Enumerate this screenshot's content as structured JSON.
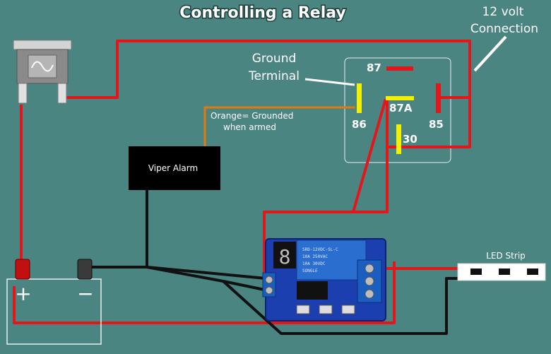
{
  "title": "Controlling a Relay",
  "labels": {
    "connection_line1": "12 volt",
    "connection_line2": "Connection",
    "ground_line1": "Ground",
    "ground_line2": "Terminal",
    "orange_line1": "Orange= Grounded",
    "orange_line2": "when armed",
    "alarm": "Viper Alarm",
    "led_strip": "LED Strip",
    "battery_plus": "+",
    "battery_minus": "−"
  },
  "pins": {
    "p87": "87",
    "p87a": "87A",
    "p86": "86",
    "p85": "85",
    "p30": "30"
  },
  "colors": {
    "background": "#4a8582",
    "wire_red": "#e3161b",
    "wire_black": "#111111",
    "wire_orange": "#e07a10",
    "relay_pin_yellow": "#f2f200",
    "relay_pin_red": "#e3161b",
    "pcb_blue": "#1c3fb0"
  }
}
